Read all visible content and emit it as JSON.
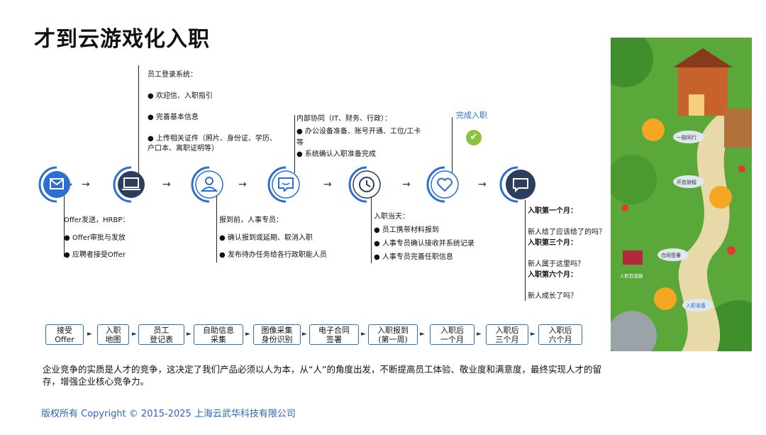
{
  "title": "才到云游戏化入职",
  "complete_label": "完成入职",
  "stage1": {
    "heading": "Offer发送，HRBP：",
    "items": [
      "● Offer审批与发放",
      "● 应聘者接受Offer"
    ]
  },
  "stage2": {
    "heading": "员工登录系统：",
    "items": [
      "● 欢迎信、入职指引",
      "● 完善基本信息",
      "● 上传相关证件（照片、身份证、学历、",
      "户口本、离职证明等）"
    ]
  },
  "stage3": {
    "heading": "报到前，人事专员：",
    "items": [
      "● 确认报到或延期、取消入职",
      "● 发布待办任务给各行政职能人员"
    ]
  },
  "stage4": {
    "heading": "内部协同（IT、财务、行政）：",
    "items": [
      "● 办公设备准备、账号开通、工位/工卡",
      "等",
      "● 系统确认入职准备完成"
    ]
  },
  "stage5": {
    "heading": "入职当天：",
    "items": [
      "● 员工携带材料报到",
      "● 人事专员确认接收并系统记录",
      "● 人事专员完善任职信息"
    ]
  },
  "stage6": {
    "lines": [
      "入职第一个月：",
      "新人给了应该给了的吗？",
      "入职第三个月：",
      "新人属于这里吗？",
      "入职第六个月：",
      "新人成长了吗？"
    ]
  },
  "flow_boxes": [
    "接受\nOffer",
    "入职\n地图",
    "员工\n登记表",
    "自助信息\n采集",
    "图像采集\n身份识别",
    "电子合同\n签署",
    "入职报到\n(第一周)",
    "入职后\n一个月",
    "入职后\n三个月",
    "入职后\n六个月"
  ],
  "game_labels": [
    "一路同行",
    "开启旅程",
    "入职百宝箱",
    "合同签署",
    "入职准备"
  ],
  "summary": "企业竞争的实质是人才的竞争，这决定了我们产品必须以人为本，从“人”的角度出发，不断提高员工体验、敬业度和满意度，最终实现人才的留存，增强企业核心竞争力。",
  "copyright": "版权所有 Copyright © 2015-2025 上海云武华科技有限公司",
  "colors": {
    "accent": "#2b6fd1",
    "dark_circle": "#2d3d5c",
    "green": "#8ac43f"
  },
  "icons": [
    "envelope-icon",
    "laptop-icon",
    "user-icon",
    "chat-icon",
    "clock-icon",
    "heart-icon",
    "message-icon",
    "check-icon"
  ]
}
